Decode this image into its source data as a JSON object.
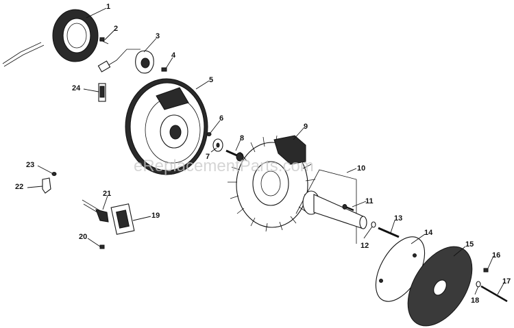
{
  "watermark": "eReplacementParts.com",
  "callouts": [
    "1",
    "2",
    "3",
    "4",
    "5",
    "6",
    "7",
    "8",
    "9",
    "10",
    "11",
    "12",
    "13",
    "14",
    "15",
    "16",
    "17",
    "18",
    "19",
    "20",
    "21",
    "22",
    "23",
    "24"
  ]
}
